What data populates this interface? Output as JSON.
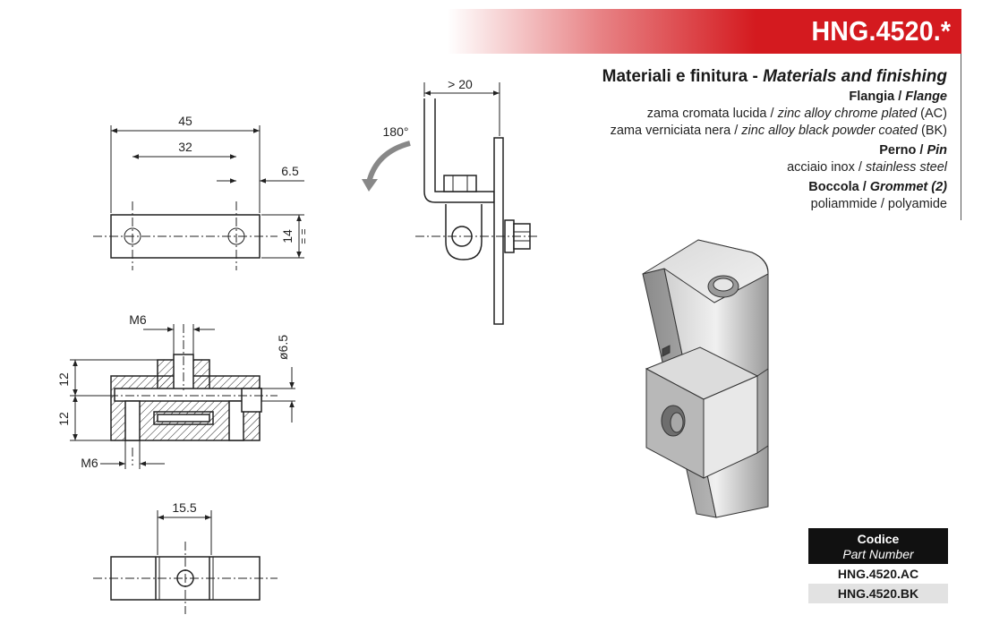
{
  "header": {
    "code": "HNG.4520.*",
    "accent": "#d41a1f"
  },
  "specs": {
    "title_it": "Materiali e finitura - ",
    "title_en": "Materials and finishing",
    "flange": {
      "label_it": "Flangia / ",
      "label_en": "Flange",
      "line1_it": "zama cromata lucida / ",
      "line1_en": "zinc alloy chrome plated",
      "line1_code": " (AC)",
      "line2_it": "zama verniciata nera / ",
      "line2_en": "zinc alloy black powder coated",
      "line2_code": " (BK)"
    },
    "pin": {
      "label_it": "Perno / ",
      "label_en": "Pin",
      "line1_it": "acciaio inox / ",
      "line1_en": "stainless steel"
    },
    "grommet": {
      "label_it": "Boccola / ",
      "label_en": "Grommet (2)",
      "line1": "poliammide / polyamide"
    }
  },
  "dimensions": {
    "w45": "45",
    "w32": "32",
    "w6_5": "6.5",
    "h14": "14",
    "eq": "= =",
    "gt20": "> 20",
    "angle": "180°",
    "m6_top": "M6",
    "d6_5": "ø6.5",
    "h12_top": "12",
    "h12_bot": "12",
    "m6_bot": "M6",
    "w15_5": "15.5"
  },
  "part_numbers": {
    "header1": "Codice",
    "header2": "Part Number",
    "rows": [
      "HNG.4520.AC",
      "HNG.4520.BK"
    ]
  }
}
